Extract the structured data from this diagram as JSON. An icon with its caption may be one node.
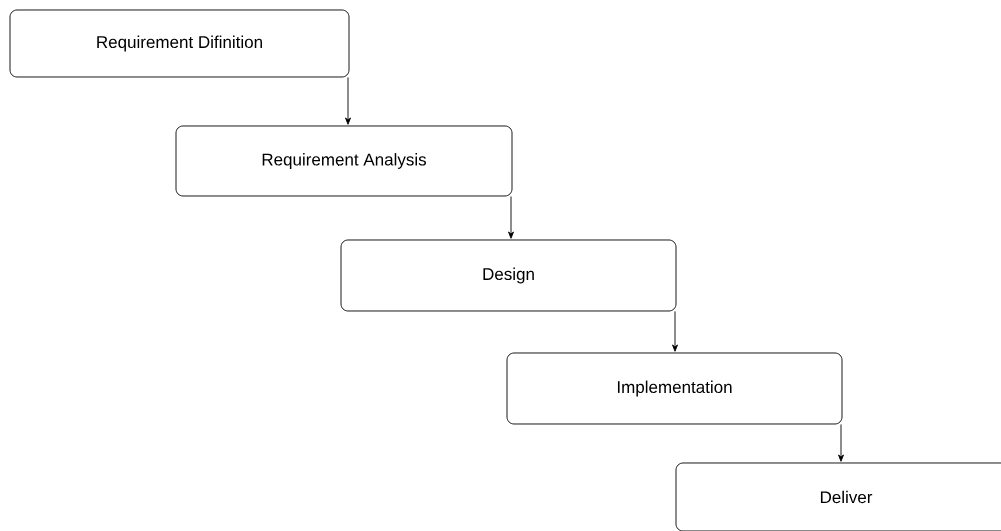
{
  "diagram": {
    "nodes": [
      {
        "text": [
          "Requirement Difinition"
        ]
      },
      {
        "text": [
          "Requirement Analysis"
        ]
      },
      {
        "text": [
          "Design"
        ]
      },
      {
        "text": [
          "Implementation"
        ]
      },
      {
        "text": [
          "Deliver"
        ]
      }
    ],
    "edges": [
      {
        "from": 0,
        "to": 1,
        "arrow": "to"
      },
      {
        "from": 1,
        "to": 2,
        "arrow": "to"
      },
      {
        "from": 2,
        "to": 3,
        "arrow": "to"
      },
      {
        "from": 3,
        "to": 4,
        "arrow": "to"
      }
    ]
  }
}
